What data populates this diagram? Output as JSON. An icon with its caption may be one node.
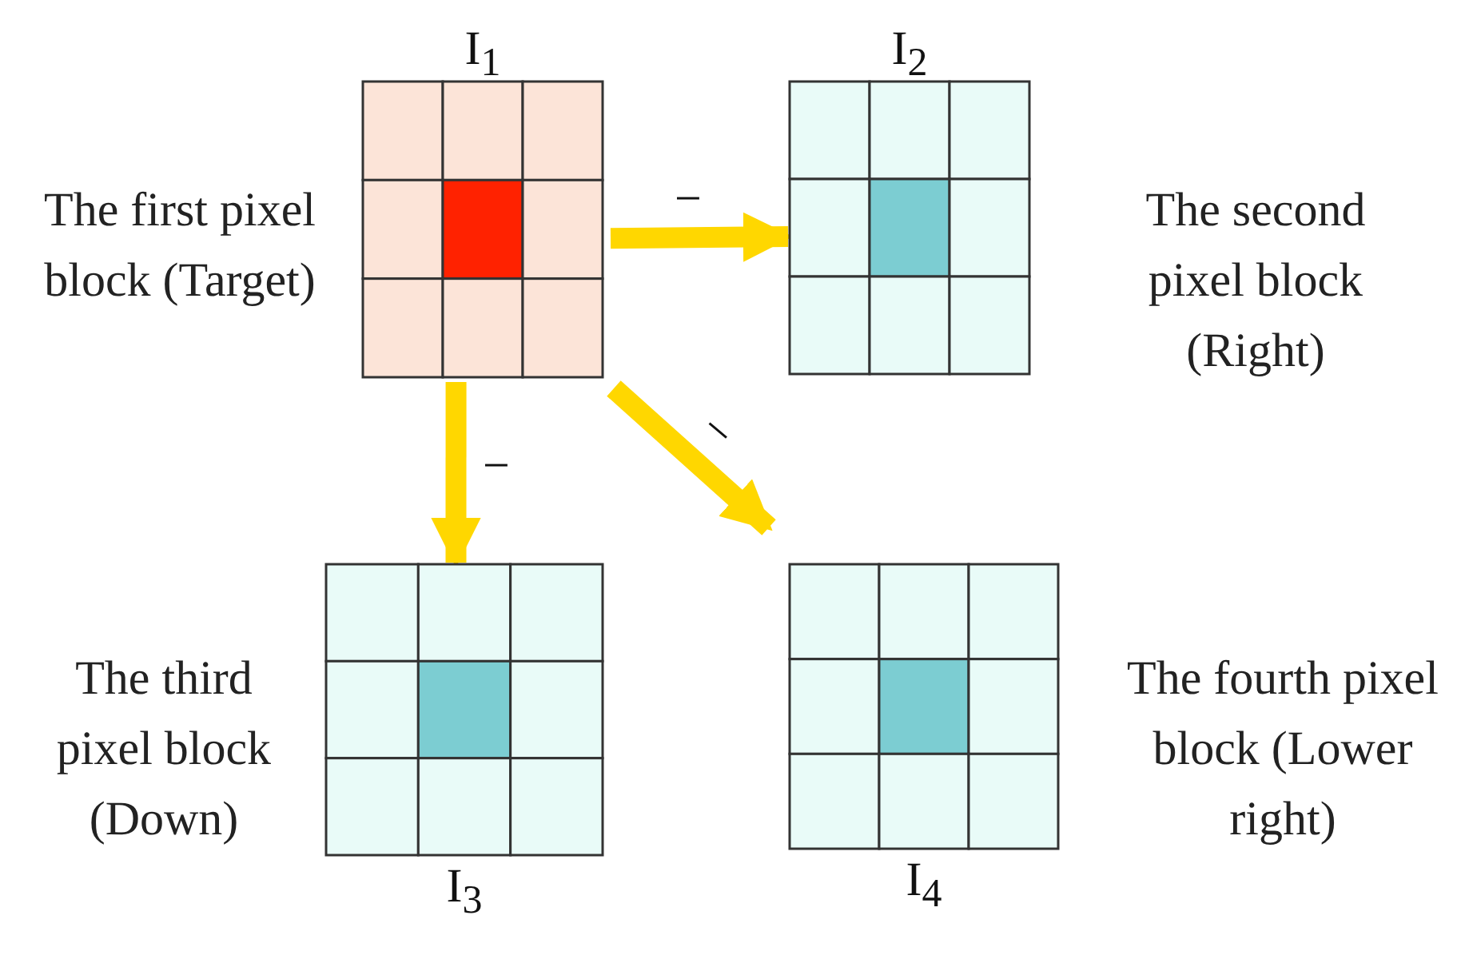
{
  "diagram": {
    "nodes": [
      {
        "text": [
          "I$_{1}$"
        ],
        "beside": [
          "The first pixel block (Target)"
        ]
      },
      {
        "text": [
          "I$_{2}$"
        ],
        "beside": [
          "The second pixel block (Right)"
        ]
      },
      {
        "text": [
          "I$_{3}$"
        ],
        "beside": [
          "The third pixel block (Down)"
        ]
      },
      {
        "text": [
          "I$_{4}$"
        ],
        "beside": [
          "The fourth pixel block (Lower right)"
        ]
      }
    ],
    "edges": [
      {
        "from": 0,
        "to": 1,
        "arrow": "to",
        "label": "−"
      },
      {
        "from": 0,
        "to": 2,
        "arrow": "to",
        "label": "−"
      },
      {
        "from": 0,
        "to": 3,
        "arrow": "to",
        "label": "−"
      }
    ]
  }
}
